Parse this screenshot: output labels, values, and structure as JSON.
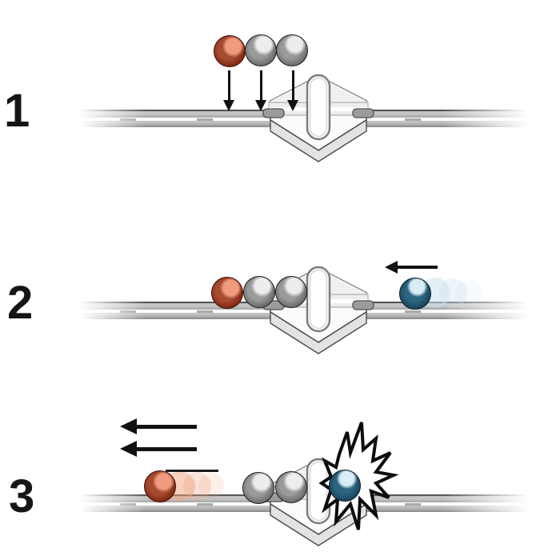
{
  "steps": [
    {
      "number": "1"
    },
    {
      "number": "2"
    },
    {
      "number": "3"
    }
  ],
  "colors": {
    "red_ball_body": "#8a2e17",
    "red_ball_highlight": "#f09b7e",
    "gray_ball_body": "#747474",
    "gray_ball_highlight": "#ededed",
    "blue_ball_body": "#1c4a62",
    "blue_ball_highlight": "#d9ecf8",
    "red_trail": "#f0a27d",
    "blue_trail": "#cfe2ef",
    "arrow_black": "#111111",
    "track_gray": "#b0b0b0",
    "tile_fill": "#fbfbfb",
    "tile_shade": "#e3e3e3",
    "impact_outline": "#0d0d0d"
  }
}
